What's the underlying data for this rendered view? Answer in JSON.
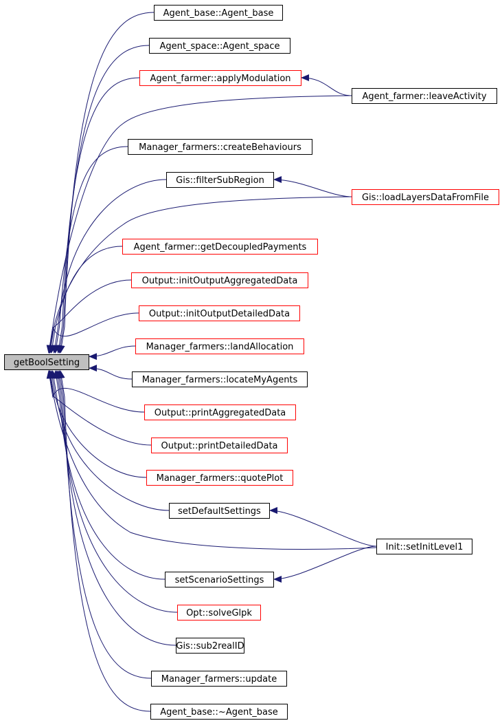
{
  "root": {
    "label": "getBoolSetting",
    "fill": "#bfbfbf",
    "border": "#000000"
  },
  "colors": {
    "edge": "#191970",
    "border_black": "#000000",
    "border_red": "#ff0000"
  },
  "callers": [
    {
      "label": "Agent_base::Agent_base",
      "border": "black"
    },
    {
      "label": "Agent_space::Agent_space",
      "border": "black"
    },
    {
      "label": "Agent_farmer::applyModulation",
      "border": "red"
    },
    {
      "label": "Agent_farmer::leaveActivity",
      "border": "black"
    },
    {
      "label": "Manager_farmers::createBehaviours",
      "border": "black"
    },
    {
      "label": "Gis::filterSubRegion",
      "border": "black"
    },
    {
      "label": "Gis::loadLayersDataFromFile",
      "border": "red"
    },
    {
      "label": "Agent_farmer::getDecoupledPayments",
      "border": "red"
    },
    {
      "label": "Output::initOutputAggregatedData",
      "border": "red"
    },
    {
      "label": "Output::initOutputDetailedData",
      "border": "red"
    },
    {
      "label": "Manager_farmers::landAllocation",
      "border": "red"
    },
    {
      "label": "Manager_farmers::locateMyAgents",
      "border": "black"
    },
    {
      "label": "Output::printAggregatedData",
      "border": "red"
    },
    {
      "label": "Output::printDetailedData",
      "border": "red"
    },
    {
      "label": "Manager_farmers::quotePlot",
      "border": "red"
    },
    {
      "label": "setDefaultSettings",
      "border": "black"
    },
    {
      "label": "Init::setInitLevel1",
      "border": "black"
    },
    {
      "label": "setScenarioSettings",
      "border": "black"
    },
    {
      "label": "Opt::solveGlpk",
      "border": "red"
    },
    {
      "label": "Gis::sub2realID",
      "border": "black"
    },
    {
      "label": "Manager_farmers::update",
      "border": "black"
    },
    {
      "label": "Agent_base::~Agent_base",
      "border": "black"
    }
  ]
}
